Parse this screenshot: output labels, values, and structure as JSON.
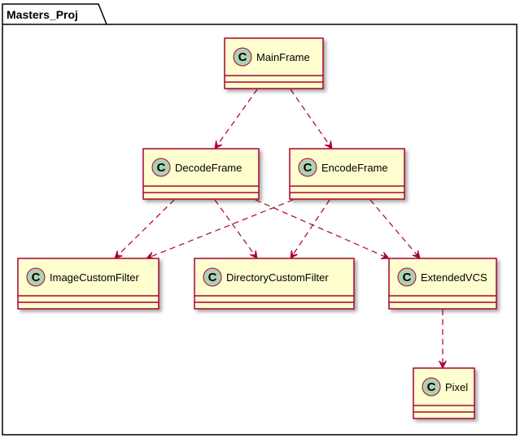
{
  "package": {
    "name": "Masters_Proj"
  },
  "class_glyph": "C",
  "colors": {
    "class_fill": "#FEFECE",
    "class_border": "#A80036",
    "glyph_fill": "#ADD1B2",
    "arrow": "#A80036",
    "package_border": "#000000"
  },
  "classes": [
    {
      "id": "MainFrame",
      "name": "MainFrame"
    },
    {
      "id": "DecodeFrame",
      "name": "DecodeFrame"
    },
    {
      "id": "EncodeFrame",
      "name": "EncodeFrame"
    },
    {
      "id": "ImageCustomFilter",
      "name": "ImageCustomFilter"
    },
    {
      "id": "DirectoryCustomFilter",
      "name": "DirectoryCustomFilter"
    },
    {
      "id": "ExtendedVCS",
      "name": "ExtendedVCS"
    },
    {
      "id": "Pixel",
      "name": "Pixel"
    }
  ],
  "dependencies": [
    {
      "from": "MainFrame",
      "to": "DecodeFrame"
    },
    {
      "from": "MainFrame",
      "to": "EncodeFrame"
    },
    {
      "from": "DecodeFrame",
      "to": "ImageCustomFilter"
    },
    {
      "from": "DecodeFrame",
      "to": "DirectoryCustomFilter"
    },
    {
      "from": "DecodeFrame",
      "to": "ExtendedVCS"
    },
    {
      "from": "EncodeFrame",
      "to": "ImageCustomFilter"
    },
    {
      "from": "EncodeFrame",
      "to": "DirectoryCustomFilter"
    },
    {
      "from": "EncodeFrame",
      "to": "ExtendedVCS"
    },
    {
      "from": "ExtendedVCS",
      "to": "Pixel"
    }
  ]
}
